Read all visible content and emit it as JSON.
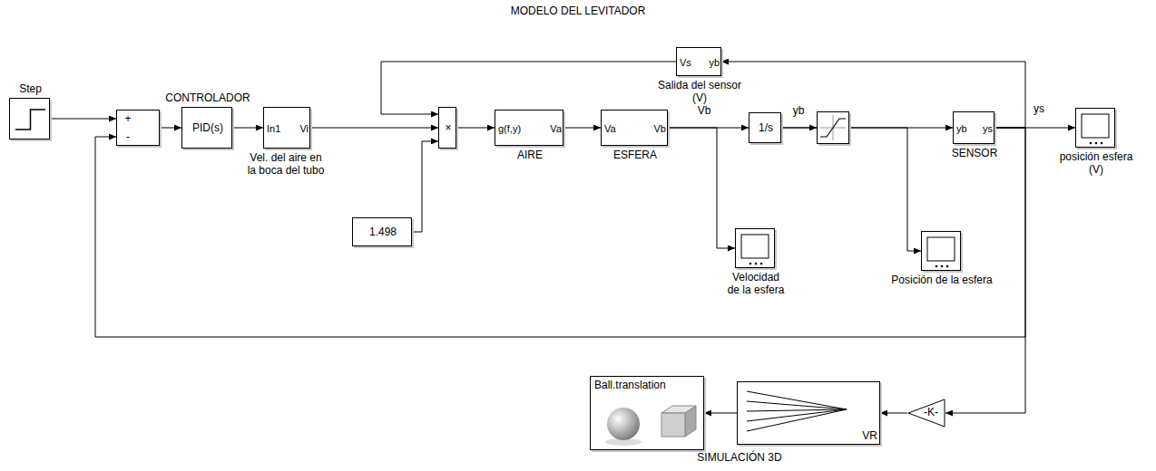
{
  "diagram": {
    "title": "MODELO DEL LEVITADOR",
    "nodes": [
      {
        "text": [
          "Step"
        ]
      },
      {
        "text": [
          "+",
          "-"
        ]
      },
      {
        "text": [
          "CONTROLADOR",
          "PID(s)"
        ]
      },
      {
        "text": [
          "In1",
          "Vi",
          "Vel. del aire en la boca del tubo"
        ]
      },
      {
        "text": [
          "1.498"
        ]
      },
      {
        "text": [
          "×"
        ]
      },
      {
        "text": [
          "g(f,y)",
          "Va",
          "AIRE"
        ]
      },
      {
        "text": [
          "Va",
          "Vb",
          "ESFERA"
        ]
      },
      {
        "text": [
          "1/s"
        ]
      },
      {
        "text": [
          "yb",
          "ys",
          "SENSOR"
        ]
      },
      {
        "text": [
          "posición esfera (V)"
        ]
      },
      {
        "text": [
          "Velocidad de la esfera"
        ]
      },
      {
        "text": [
          "Posición de la esfera"
        ]
      },
      {
        "text": [
          "Vs",
          "yb",
          "Salida del sensor (V)"
        ]
      },
      {
        "text": [
          "-K-"
        ]
      },
      {
        "text": [
          "VR"
        ]
      },
      {
        "text": [
          "Ball.translation"
        ]
      }
    ],
    "edges": [
      {
        "from": 0,
        "to": 1,
        "arrow": "to"
      },
      {
        "from": 1,
        "to": 2,
        "arrow": "to"
      },
      {
        "from": 2,
        "to": 3,
        "arrow": "to"
      },
      {
        "from": 3,
        "to": 5,
        "arrow": "to"
      },
      {
        "from": 4,
        "to": 5,
        "arrow": "to"
      },
      {
        "from": 13,
        "to": 5,
        "arrow": "to"
      },
      {
        "from": 5,
        "to": 6,
        "arrow": "to"
      },
      {
        "from": 6,
        "to": 7,
        "arrow": "to"
      },
      {
        "from": 7,
        "to": 8,
        "arrow": "to"
      },
      {
        "from": 7,
        "to": 11,
        "arrow": "to"
      },
      {
        "from": 8,
        "to": 9,
        "arrow": "to"
      },
      {
        "from": 8,
        "to": 12,
        "arrow": "to"
      },
      {
        "from": 9,
        "to": 10,
        "arrow": "to"
      },
      {
        "from": 9,
        "to": 13,
        "arrow": "to"
      },
      {
        "from": 9,
        "to": 1,
        "arrow": "to"
      },
      {
        "from": 9,
        "to": 14,
        "arrow": "to"
      },
      {
        "from": 14,
        "to": 15,
        "arrow": "to"
      },
      {
        "from": 15,
        "to": 16,
        "arrow": "to"
      }
    ],
    "labels": [
      "Vb",
      "yb",
      "ys",
      "SIMULACIÓN 3D"
    ]
  }
}
